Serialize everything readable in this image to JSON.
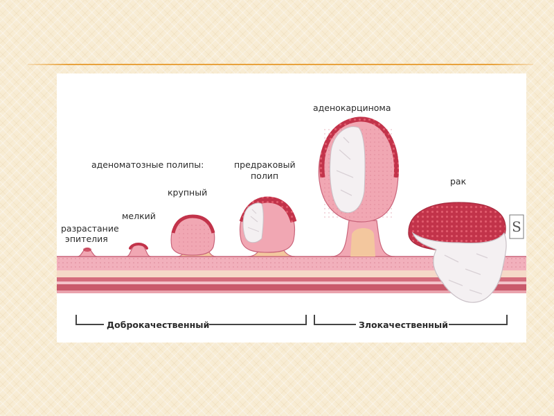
{
  "labels": {
    "hyperplasia_line1": "разрастание",
    "hyperplasia_line2": "эпителия",
    "small": "мелкий",
    "adenomatous": "аденоматозные полипы:",
    "large": "крупный",
    "precancer_line1": "предраковый",
    "precancer_line2": "полип",
    "adenocarcinoma": "аденокарцинома",
    "cancer": "рак",
    "benign": "Доброкачественный",
    "malignant": "Злокачественный",
    "logo": "S"
  },
  "colors": {
    "tissue": "#f1a7b3",
    "tissue_dark": "#c9647a",
    "tumor_red": "#c2334a",
    "tumor_white": "#f4f0f2",
    "submucosa": "#efc8a3",
    "muscle": "#c8596a",
    "accent_rule": "#e8a23c"
  }
}
